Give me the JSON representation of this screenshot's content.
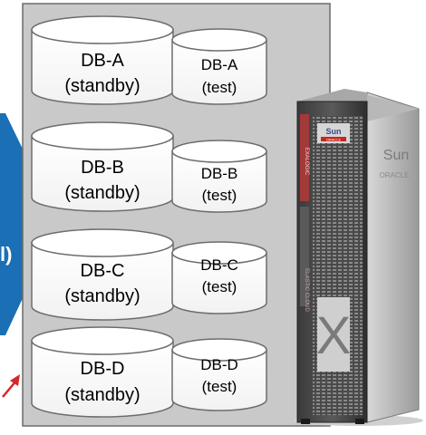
{
  "arrow": {
    "label_fragment": "l)",
    "color": "#1a6fb5"
  },
  "panel": {
    "background": "#c9c9c9",
    "border": "#6b6b6b"
  },
  "databases": [
    {
      "name": "DB-A",
      "standby": "(standby)",
      "test": "(test)"
    },
    {
      "name": "DB-B",
      "standby": "(standby)",
      "test": "(test)"
    },
    {
      "name": "DB-C",
      "standby": "(standby)",
      "test": "(test)"
    },
    {
      "name": "DB-D",
      "standby": "(standby)",
      "test": "(test)"
    }
  ],
  "rack": {
    "logo": "Sun",
    "brand": "ORACLE",
    "side_text_top": "EXALOGIC",
    "side_text_bottom": "ELASTIC CLOUD",
    "badge": "X",
    "front_logo": "Sun",
    "front_brand": "ORACLE"
  },
  "pointer_color": "#d8262b"
}
